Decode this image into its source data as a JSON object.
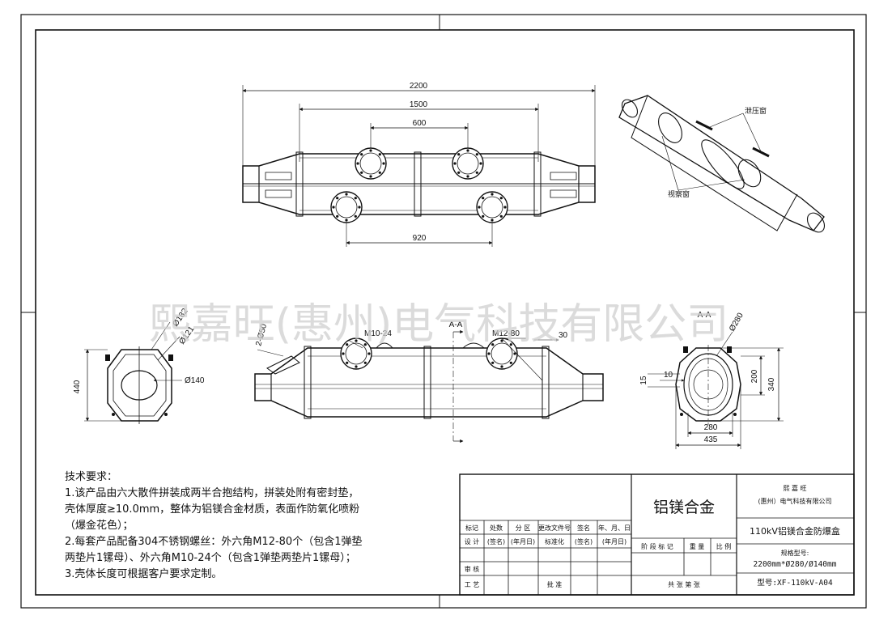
{
  "watermark": "熙嘉旺(惠州)电气科技有限公司",
  "top_view": {
    "dim_overall": "2200",
    "dim_middle": "1500",
    "dim_flange_spacing_top": "600",
    "dim_flange_spacing_bottom": "920"
  },
  "iso_view": {
    "label_pressure_window": "泄压窗",
    "label_view_window": "视察窗"
  },
  "end_view_left": {
    "dim_d182": "Ø182",
    "dim_d121": "Ø121",
    "dim_d140": "Ø140",
    "dim_height": "440"
  },
  "side_view": {
    "dim_d50": "2-Ø50",
    "label_m10": "M10-24",
    "label_m12": "M12-80",
    "section_mark": "A-A",
    "dim_30": "30"
  },
  "section_view": {
    "title": "A-A",
    "dim_d280": "Ø280",
    "dim_15": "15",
    "dim_10": "10",
    "dim_200": "200",
    "dim_340": "340",
    "dim_280": "280",
    "dim_435": "435"
  },
  "requirements": {
    "title": "技术要求：",
    "lines": [
      "1.该产品由六大散件拼装成两半合抱结构，拼装处附有密封垫，",
      "壳体厚度≥10.0mm，整体为铝镁合金材质，表面作防氧化喷粉",
      "（爆金花色）；",
      "2.每套产品配备304不锈钢螺丝：外六角M12-80个（包含1弹垫",
      "两垫片1镙母）、外六角M10-24个（包含1弹垫两垫片1镙母）；",
      "3.壳体长度可根据客户要求定制。"
    ]
  },
  "title_block": {
    "rev_headers": [
      "标记",
      "处数",
      "分 区",
      "更改文件号",
      "签名",
      "年、月、日"
    ],
    "row_design": [
      "设 计",
      "(签名)",
      "(年月日)",
      "标准化",
      "(签名)",
      "(年月日)"
    ],
    "row_review": "审 核",
    "row_process": "工 艺",
    "row_approve": "批 准",
    "material": "铝镁合金",
    "stage_headers": [
      "阶 段 标 记",
      "重 量",
      "比 例"
    ],
    "sheet_count": "共    张  第    张",
    "company_name": "熙 嘉 旺",
    "company_sub": "(惠州）电气科技有限公司",
    "product_name": "110kV铝镁合金防爆盒",
    "spec_label": "规格型号:",
    "spec_value": "2200mm*Ø280/Ø140mm",
    "model_value": "型号:XF-110kV-A04"
  }
}
